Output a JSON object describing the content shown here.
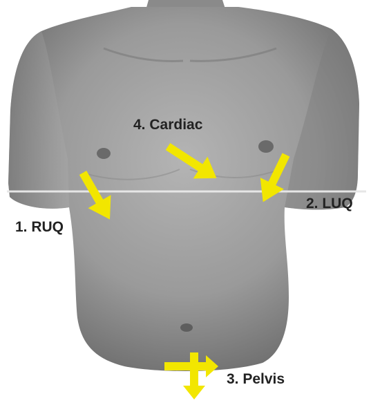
{
  "labels": {
    "ruq": "1. RUQ",
    "luq": "2. LUQ",
    "pelvis": "3. Pelvis",
    "cardiac": "4. Cardiac"
  },
  "colors": {
    "arrow": "#f2e600",
    "skin": "#8f8f8f",
    "text": "#222222",
    "guide_line": "#e6e6e6"
  },
  "icons": {
    "arrow": "arrow-icon",
    "cross_arrow": "cross-arrow-icon"
  }
}
